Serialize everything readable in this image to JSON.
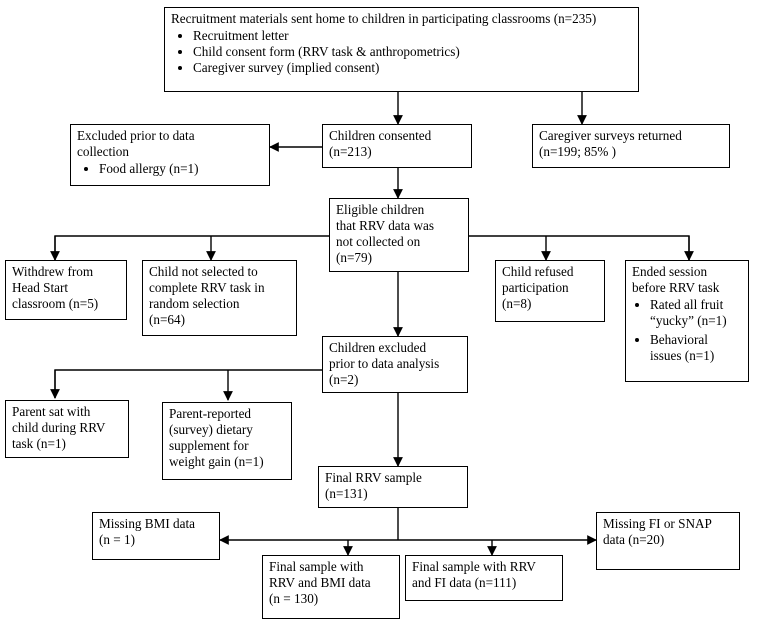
{
  "boxes": {
    "recruitment": {
      "title": "Recruitment materials sent home to children in participating classrooms (n=235)",
      "items": [
        "Recruitment letter",
        "Child consent form (RRV task & anthropometrics)",
        "Caregiver survey (implied consent)"
      ]
    },
    "excluded_prior_collection": {
      "title": "Excluded prior to data\ncollection",
      "items": [
        "Food allergy (n=1)"
      ]
    },
    "consented": {
      "title": "Children consented\n(n=213)"
    },
    "surveys_returned": {
      "title": "Caregiver surveys returned\n(n=199; 85% )"
    },
    "eligible_not_collected": {
      "title": "Eligible  children\nthat RRV data was\nnot collected on\n(n=79)"
    },
    "withdrew": {
      "title": "Withdrew from\nHead Start\nclassroom (n=5)"
    },
    "not_selected": {
      "title": "Child not selected to\ncomplete RRV task in\nrandom selection\n(n=64)"
    },
    "refused": {
      "title": "Child refused\nparticipation\n(n=8)"
    },
    "ended_session": {
      "title": "Ended session\nbefore RRV task",
      "items": [
        "Rated all fruit\n“yucky” (n=1)",
        "Behavioral\nissues (n=1)"
      ]
    },
    "excluded_analysis": {
      "title": "Children excluded\nprior to data analysis\n(n=2)"
    },
    "parent_sat": {
      "title": "Parent sat with\nchild during RRV\ntask (n=1)"
    },
    "supplement": {
      "title": "Parent-reported\n(survey) dietary\nsupplement for\nweight gain (n=1)"
    },
    "final_rrv": {
      "title": "Final RRV sample\n(n=131)"
    },
    "missing_bmi": {
      "title": "Missing BMI data\n(n = 1)"
    },
    "final_bmi": {
      "title": "Final sample with\nRRV and BMI data\n(n = 130)"
    },
    "final_fi": {
      "title": "Final sample with RRV\nand FI data (n=111)"
    },
    "missing_fi": {
      "title": "Missing FI or SNAP\ndata (n=20)"
    }
  }
}
